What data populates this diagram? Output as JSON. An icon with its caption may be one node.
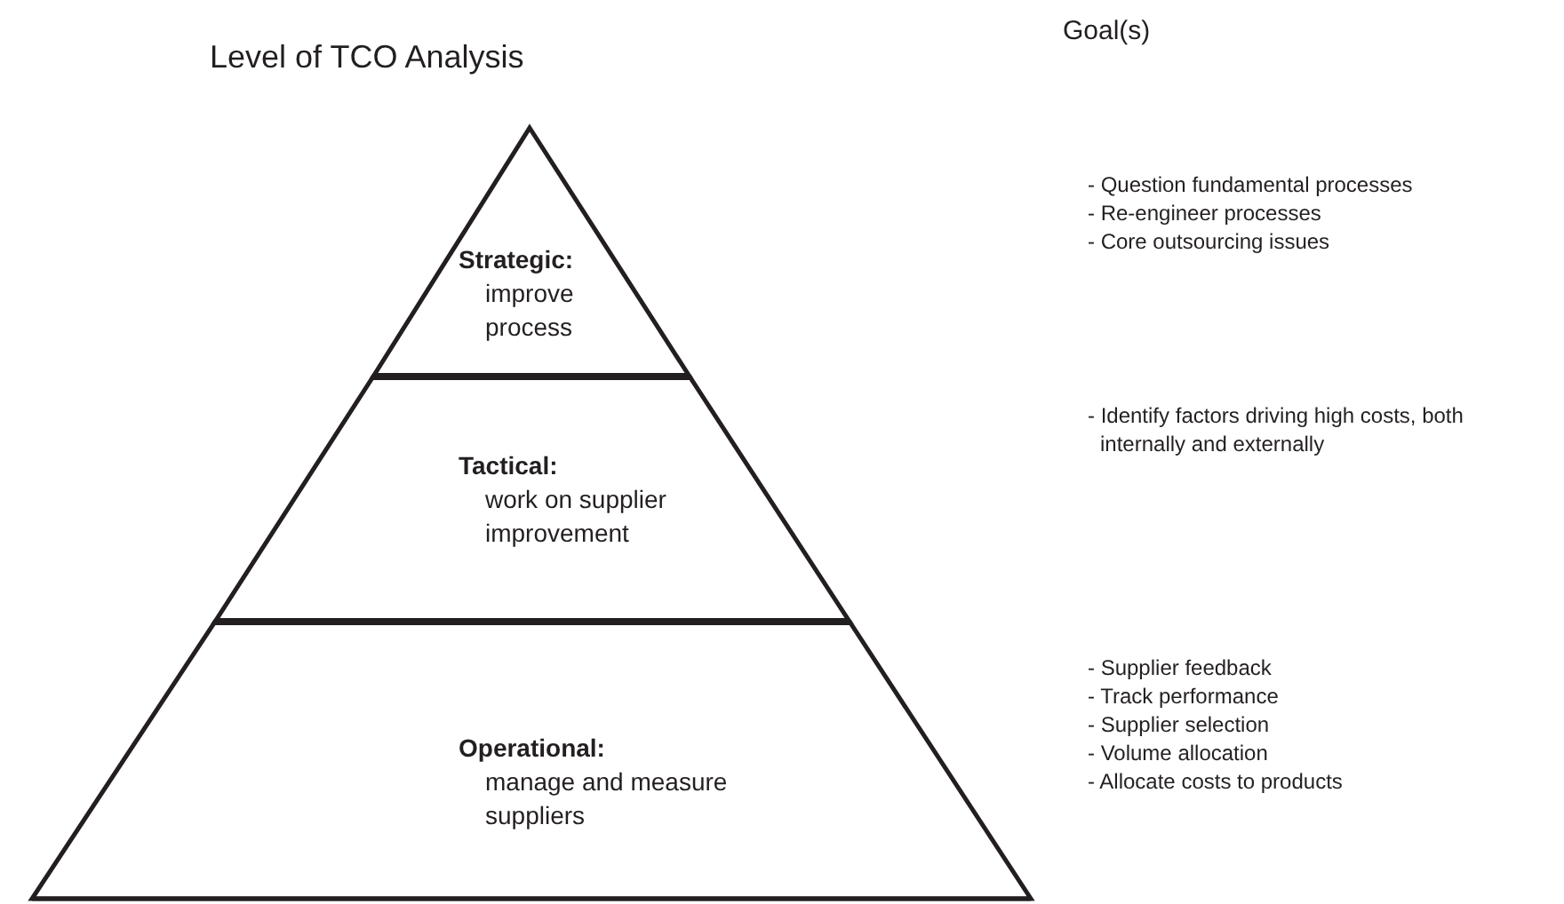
{
  "diagram": {
    "nodes": [
      {
        "text": [
          "Strategic:",
          "improve process"
        ]
      },
      {
        "text": [
          "Tactical:",
          "work on supplier improvement"
        ]
      },
      {
        "text": [
          "Operational:",
          "manage and measure suppliers"
        ]
      }
    ],
    "labels": [
      "Level of TCO Analysis",
      "Goal(s)",
      "- Question fundamental processes",
      "- Re-engineer processes",
      "- Core outsourcing issues",
      "- Identify factors driving high costs, both internally and externally",
      "- Supplier feedback",
      "- Track performance",
      "- Supplier selection",
      "- Volume allocation",
      "- Allocate costs to products"
    ]
  }
}
